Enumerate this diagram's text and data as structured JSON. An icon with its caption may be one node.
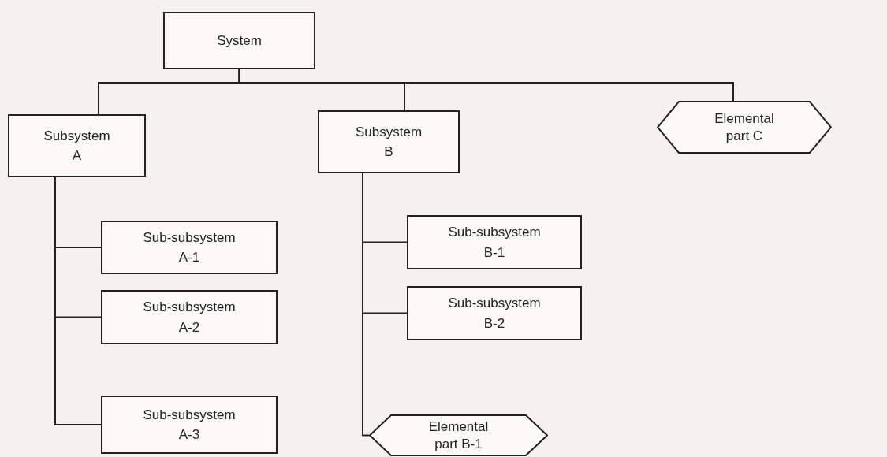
{
  "diagram": {
    "nodes": [
      {
        "text": [
          "System"
        ]
      },
      {
        "text": [
          "Subsystem A"
        ]
      },
      {
        "text": [
          "Subsystem B"
        ]
      },
      {
        "text": [
          "Elemental part C"
        ]
      },
      {
        "text": [
          "Sub-subsystem A-1"
        ]
      },
      {
        "text": [
          "Sub-subsystem A-2"
        ]
      },
      {
        "text": [
          "Sub-subsystem A-3"
        ]
      },
      {
        "text": [
          "Sub-subsystem B-1"
        ]
      },
      {
        "text": [
          "Sub-subsystem B-2"
        ]
      },
      {
        "text": [
          "Elemental part B-1"
        ]
      }
    ],
    "edges": [
      {
        "from": 0,
        "to": 1,
        "arrow": "none"
      },
      {
        "from": 0,
        "to": 2,
        "arrow": "none"
      },
      {
        "from": 0,
        "to": 3,
        "arrow": "none"
      },
      {
        "from": 1,
        "to": 4,
        "arrow": "none"
      },
      {
        "from": 1,
        "to": 5,
        "arrow": "none"
      },
      {
        "from": 1,
        "to": 6,
        "arrow": "none"
      },
      {
        "from": 2,
        "to": 7,
        "arrow": "none"
      },
      {
        "from": 2,
        "to": 8,
        "arrow": "none"
      },
      {
        "from": 2,
        "to": 9,
        "arrow": "none"
      }
    ]
  }
}
